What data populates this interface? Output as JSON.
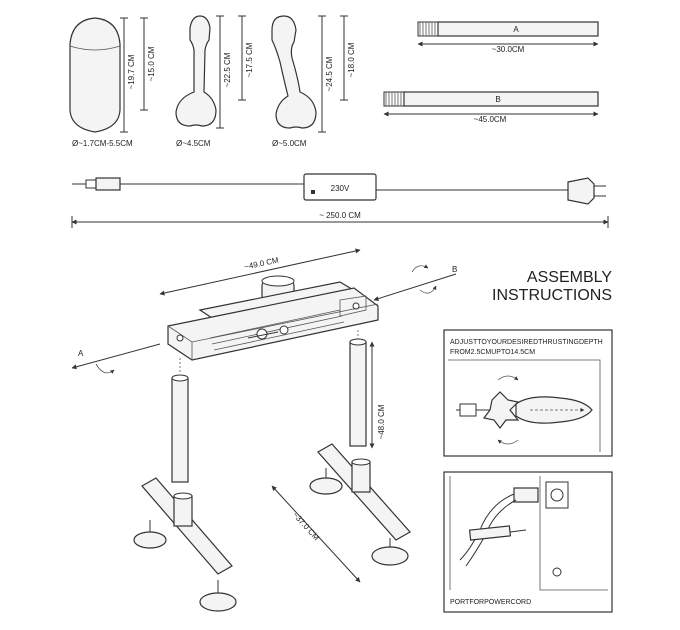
{
  "attachments": {
    "item1": {
      "height_total": "~19.7 CM",
      "height_insert": "~15.0 CM",
      "diameter": "Ø~1.7CM-5.5CM"
    },
    "item2": {
      "height_total": "~22.5 CM",
      "height_insert": "~17.5 CM",
      "diameter": "Ø~4.5CM"
    },
    "item3": {
      "height_total": "~24.5 CM",
      "height_insert": "~18.0 CM",
      "diameter": "Ø~5.0CM"
    }
  },
  "rods": {
    "a": {
      "label": "A",
      "length": "~30.0CM"
    },
    "b": {
      "label": "B",
      "length": "~45.0CM"
    }
  },
  "cord": {
    "voltage": "230V",
    "length": "~ 250.0 CM"
  },
  "assembly": {
    "title_line1": "ASSEMBLY",
    "title_line2": "INSTRUCTIONS",
    "machine_width": "~49.0 CM",
    "leg_height": "~48.0 CM",
    "base_length": "~37.0 CM",
    "rod_label_a": "A",
    "rod_label_b": "B"
  },
  "detail_depth": {
    "caption_line1": "ADJUSTTOYOURDESIREDTHRUSTINGDEPTH",
    "caption_line2": "FROM2.5CMUPTO14.5CM"
  },
  "detail_port": {
    "caption": "PORTFORPOWERCORD"
  },
  "colors": {
    "line": "#333333",
    "fill": "#f4f4f4",
    "background": "#ffffff"
  }
}
